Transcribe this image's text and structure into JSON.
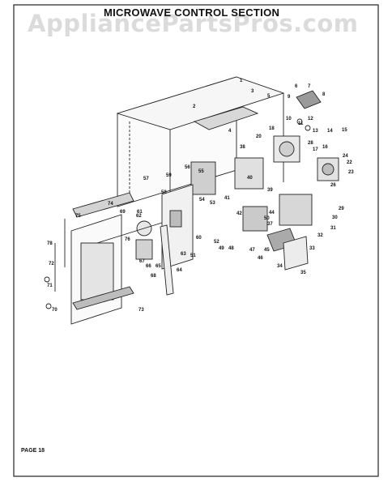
{
  "title": "MICROWAVE CONTROL SECTION",
  "watermark": "AppliancePartsPros.com",
  "footer": "PAGE 18",
  "callouts": [
    "1",
    "2",
    "3",
    "4",
    "5",
    "6",
    "7",
    "8",
    "9",
    "10",
    "11",
    "12",
    "13",
    "14",
    "15",
    "16",
    "17",
    "18",
    "20",
    "22",
    "23",
    "24",
    "26",
    "28",
    "29",
    "30",
    "31",
    "32",
    "33",
    "34",
    "35",
    "37",
    "38",
    "39",
    "40",
    "41",
    "42",
    "44",
    "45",
    "46",
    "47",
    "48",
    "49",
    "50",
    "51",
    "52",
    "53",
    "54",
    "55",
    "56",
    "57",
    "58",
    "59",
    "60",
    "61",
    "62",
    "63",
    "64",
    "65",
    "66",
    "67",
    "68",
    "69",
    "70",
    "71",
    "72",
    "73",
    "74",
    "75",
    "76",
    "78"
  ]
}
